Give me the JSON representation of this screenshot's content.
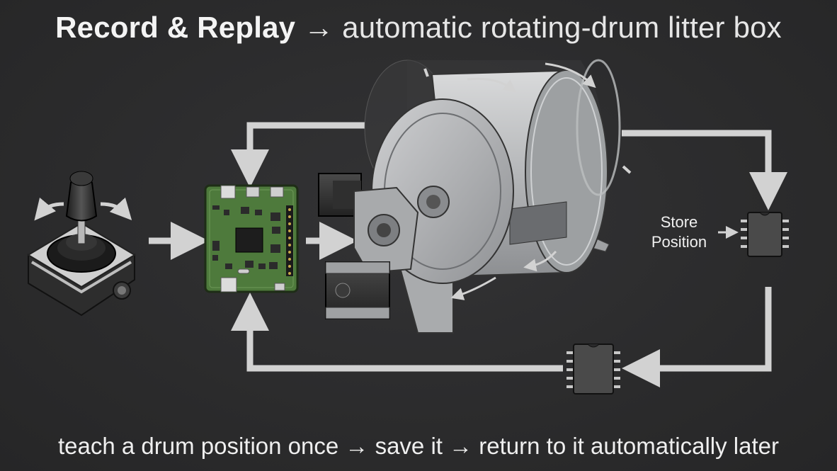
{
  "title": {
    "bold": "Record & Replay",
    "rest": "→ automatic rotating-drum litter box"
  },
  "labels": {
    "store_position_line1": "Store",
    "store_position_line2": "Position",
    "subtitle": "teach a drum position once → save it → return to it automatically later"
  },
  "components": {
    "joystick": "joystick-icon",
    "microcontroller": "microcontroller-board-icon",
    "motors": "stepper-motor-icon",
    "drum": "rotating-drum-icon",
    "memory_store": "memory-chip-icon",
    "memory_recall": "memory-chip-icon"
  },
  "colors": {
    "background": "#2b2b2c",
    "arrow": "#d2d2d2",
    "pcb": "#4e7a3c",
    "drum_metal": "#bfc1c3",
    "motor_dark": "#3a3a3a",
    "chip": "#4a4a4a",
    "text": "#f2f2f2"
  }
}
